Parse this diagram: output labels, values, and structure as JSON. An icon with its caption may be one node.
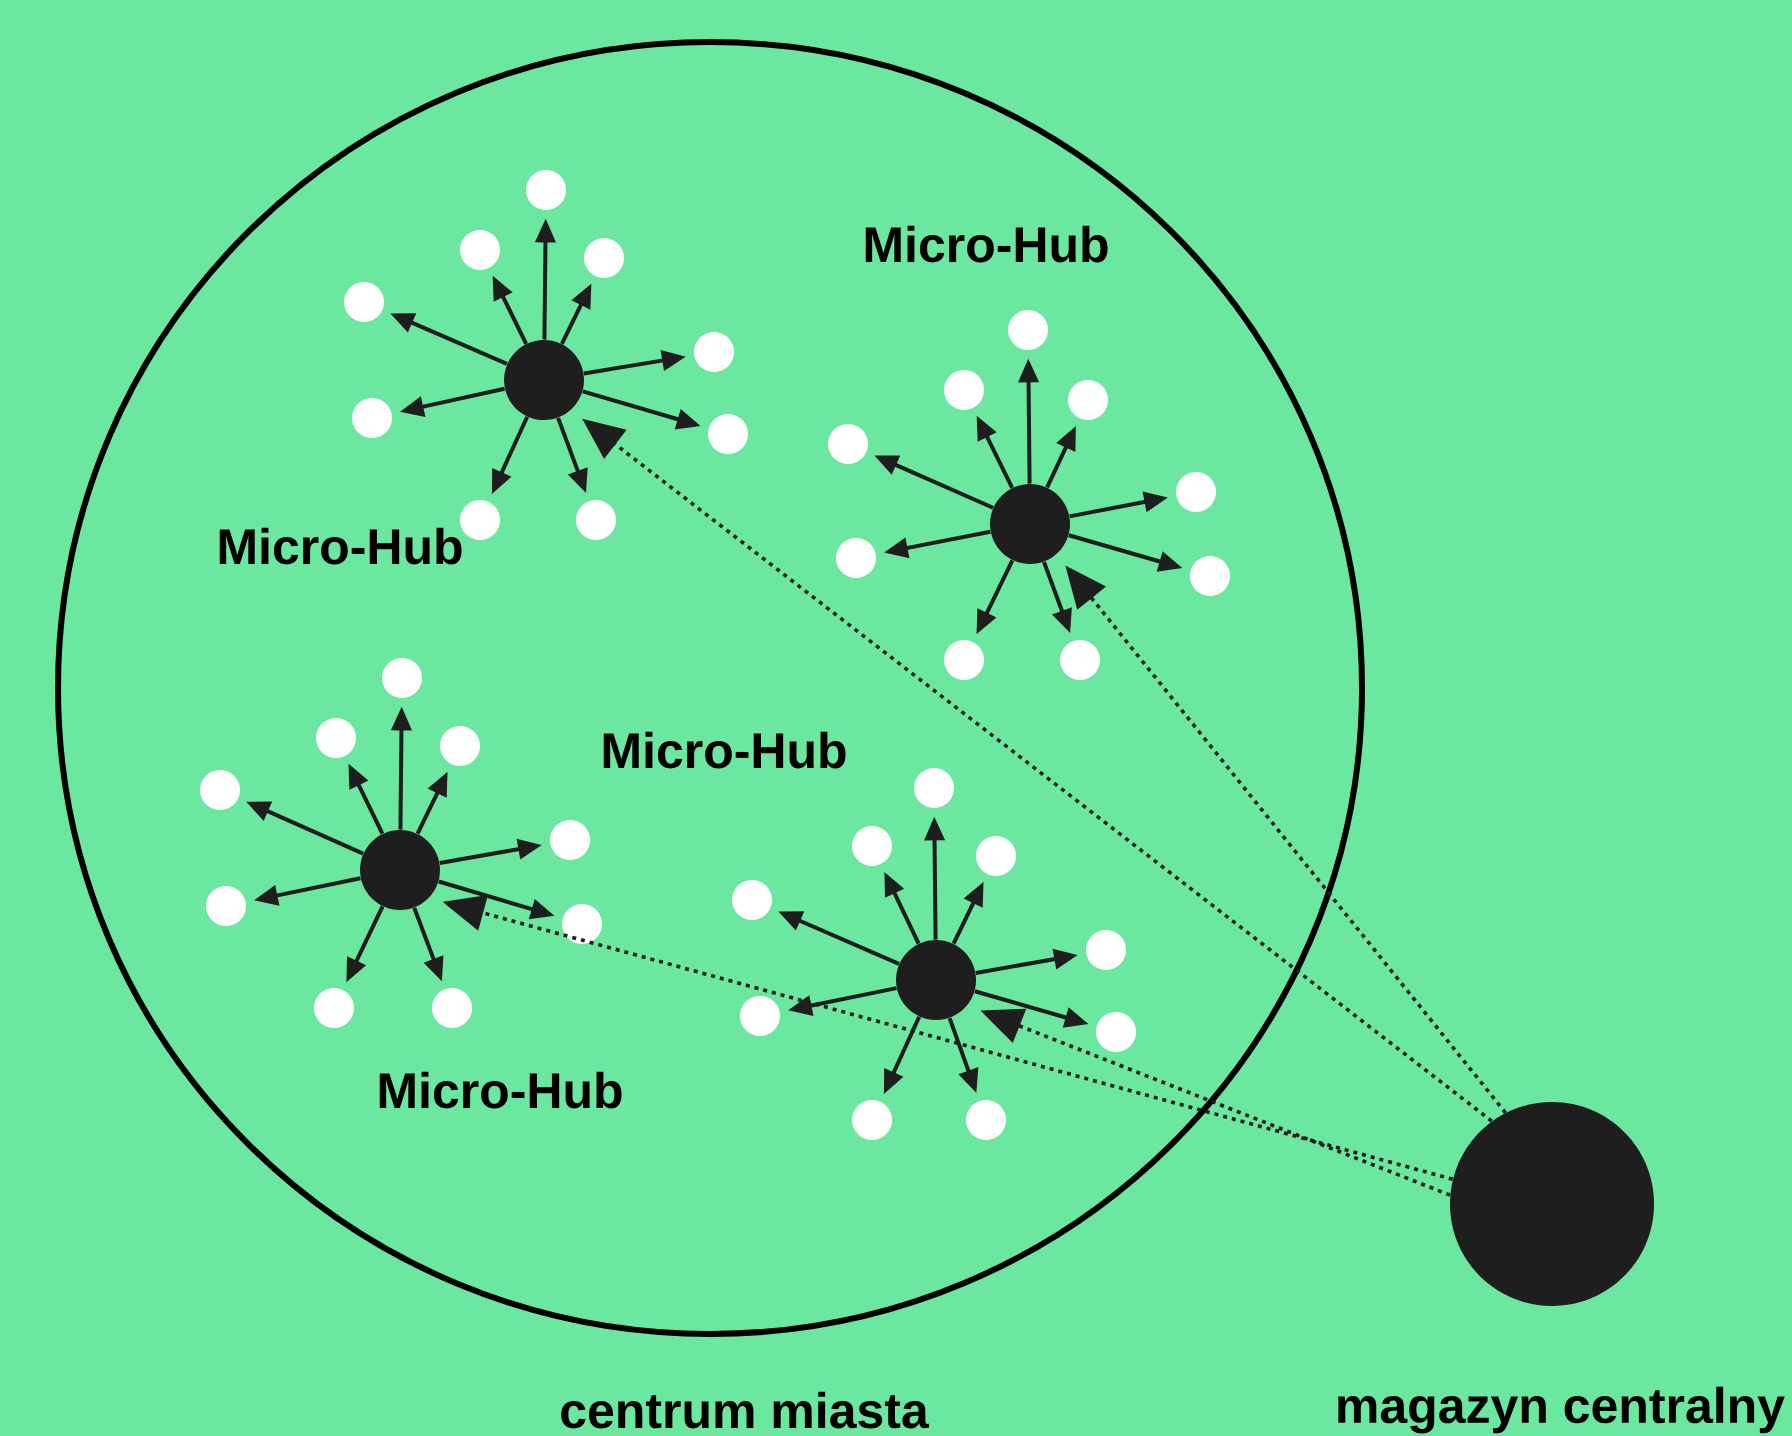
{
  "diagram": {
    "nodes": [
      {
        "text": [
          "centrum miasta"
        ]
      },
      {
        "text": [],
        "shape": "circle",
        "in": 0
      },
      {
        "text": [],
        "shape": "circle",
        "in": 0
      },
      {
        "text": [],
        "shape": "circle",
        "in": 0
      },
      {
        "text": [],
        "shape": "circle",
        "in": 0
      },
      {
        "text": [
          "magazyn centralny"
        ]
      },
      {
        "text": [],
        "shape": "circle",
        "in": 0
      },
      {
        "text": [],
        "shape": "circle",
        "in": 0
      },
      {
        "text": [],
        "shape": "circle",
        "in": 0
      },
      {
        "text": [],
        "shape": "circle",
        "in": 0
      },
      {
        "text": [],
        "shape": "circle",
        "in": 0
      },
      {
        "text": [],
        "shape": "circle",
        "in": 0
      },
      {
        "text": [],
        "shape": "circle",
        "in": 0
      },
      {
        "text": [],
        "shape": "circle",
        "in": 0
      },
      {
        "text": [],
        "shape": "circle",
        "in": 0
      },
      {
        "text": [],
        "shape": "circle",
        "in": 0
      },
      {
        "text": [],
        "shape": "circle",
        "in": 0
      },
      {
        "text": [],
        "shape": "circle",
        "in": 0
      },
      {
        "text": [],
        "shape": "circle",
        "in": 0
      },
      {
        "text": [],
        "shape": "circle",
        "in": 0
      },
      {
        "text": [],
        "shape": "circle",
        "in": 0
      },
      {
        "text": [],
        "shape": "circle",
        "in": 0
      },
      {
        "text": [],
        "shape": "circle",
        "in": 0
      },
      {
        "text": [],
        "shape": "circle",
        "in": 0
      },
      {
        "text": [],
        "shape": "circle",
        "in": 0
      },
      {
        "text": [],
        "shape": "circle",
        "in": 0
      },
      {
        "text": [],
        "shape": "circle",
        "in": 0
      },
      {
        "text": [],
        "shape": "circle",
        "in": 0
      },
      {
        "text": [],
        "shape": "circle",
        "in": 0
      },
      {
        "text": [],
        "shape": "circle",
        "in": 0
      },
      {
        "text": [],
        "shape": "circle",
        "in": 0
      },
      {
        "text": [],
        "shape": "circle",
        "in": 0
      },
      {
        "text": [],
        "shape": "circle",
        "in": 0
      },
      {
        "text": [],
        "shape": "circle",
        "in": 0
      },
      {
        "text": [],
        "shape": "circle",
        "in": 0
      },
      {
        "text": [],
        "shape": "circle",
        "in": 0
      },
      {
        "text": [],
        "shape": "circle",
        "in": 0
      },
      {
        "text": [],
        "shape": "circle",
        "in": 0
      },
      {
        "text": [],
        "shape": "circle",
        "in": 0
      },
      {
        "text": [],
        "shape": "circle",
        "in": 0
      },
      {
        "text": [],
        "shape": "circle",
        "in": 0
      },
      {
        "text": [],
        "shape": "circle",
        "in": 0
      }
    ],
    "edges": [
      {
        "from": 5,
        "to": 1,
        "arrow": "to",
        "style": "dashed"
      },
      {
        "from": 5,
        "to": 2,
        "arrow": "to",
        "style": "dashed"
      },
      {
        "from": 5,
        "to": 3,
        "arrow": "to",
        "style": "dashed"
      },
      {
        "from": 5,
        "to": 4,
        "arrow": "to",
        "style": "dashed"
      },
      {
        "from": 1,
        "to": 6,
        "arrow": "to"
      },
      {
        "from": 1,
        "to": 7,
        "arrow": "to"
      },
      {
        "from": 1,
        "to": 8,
        "arrow": "to"
      },
      {
        "from": 1,
        "to": 9,
        "arrow": "to"
      },
      {
        "from": 1,
        "to": 10,
        "arrow": "to"
      },
      {
        "from": 1,
        "to": 11,
        "arrow": "to"
      },
      {
        "from": 1,
        "to": 12,
        "arrow": "to"
      },
      {
        "from": 1,
        "to": 13,
        "arrow": "to"
      },
      {
        "from": 1,
        "to": 14,
        "arrow": "to"
      },
      {
        "from": 2,
        "to": 15,
        "arrow": "to"
      },
      {
        "from": 2,
        "to": 16,
        "arrow": "to"
      },
      {
        "from": 2,
        "to": 17,
        "arrow": "to"
      },
      {
        "from": 2,
        "to": 18,
        "arrow": "to"
      },
      {
        "from": 2,
        "to": 19,
        "arrow": "to"
      },
      {
        "from": 2,
        "to": 20,
        "arrow": "to"
      },
      {
        "from": 2,
        "to": 21,
        "arrow": "to"
      },
      {
        "from": 2,
        "to": 22,
        "arrow": "to"
      },
      {
        "from": 2,
        "to": 23,
        "arrow": "to"
      },
      {
        "from": 3,
        "to": 24,
        "arrow": "to"
      },
      {
        "from": 3,
        "to": 25,
        "arrow": "to"
      },
      {
        "from": 3,
        "to": 26,
        "arrow": "to"
      },
      {
        "from": 3,
        "to": 27,
        "arrow": "to"
      },
      {
        "from": 3,
        "to": 28,
        "arrow": "to"
      },
      {
        "from": 3,
        "to": 29,
        "arrow": "to"
      },
      {
        "from": 3,
        "to": 30,
        "arrow": "to"
      },
      {
        "from": 3,
        "to": 31,
        "arrow": "to"
      },
      {
        "from": 3,
        "to": 32,
        "arrow": "to"
      },
      {
        "from": 4,
        "to": 33,
        "arrow": "to"
      },
      {
        "from": 4,
        "to": 34,
        "arrow": "to"
      },
      {
        "from": 4,
        "to": 35,
        "arrow": "to"
      },
      {
        "from": 4,
        "to": 36,
        "arrow": "to"
      },
      {
        "from": 4,
        "to": 37,
        "arrow": "to"
      },
      {
        "from": 4,
        "to": 38,
        "arrow": "to"
      },
      {
        "from": 4,
        "to": 39,
        "arrow": "to"
      },
      {
        "from": 4,
        "to": 40,
        "arrow": "to"
      },
      {
        "from": 4,
        "to": 41,
        "arrow": "to"
      }
    ],
    "labels": [
      "Micro-Hub",
      "Micro-Hub",
      "Micro-Hub",
      "Micro-Hub"
    ]
  }
}
